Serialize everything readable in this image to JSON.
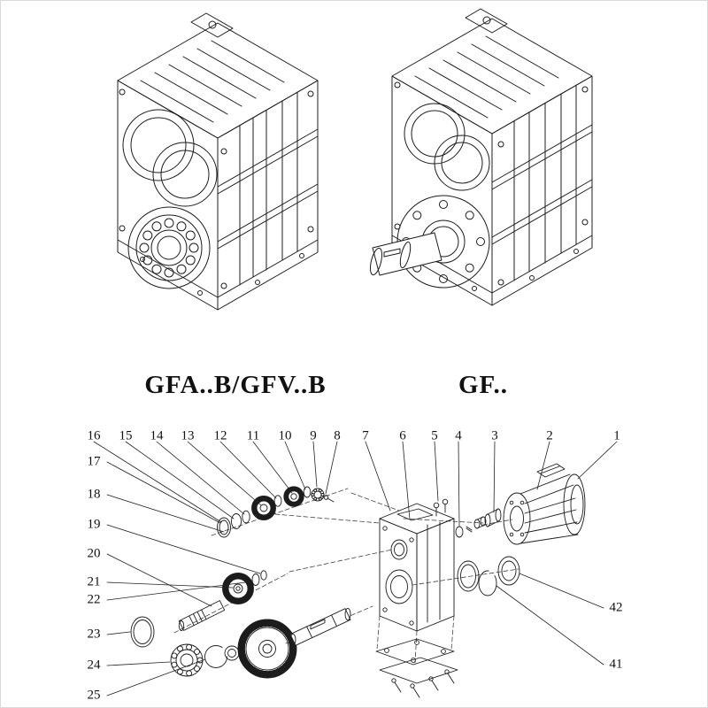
{
  "colors": {
    "background": "#ffffff",
    "line": "#1c1c1c"
  },
  "models": {
    "left_label": "GFA..B/GFV..B",
    "right_label": "GF.."
  },
  "callouts": {
    "top": [
      "16",
      "15",
      "14",
      "13",
      "12",
      "11",
      "10",
      "9",
      "8",
      "7",
      "6",
      "5",
      "4",
      "3",
      "2",
      "1"
    ],
    "left": [
      "17",
      "18",
      "19",
      "20",
      "21",
      "22",
      "23",
      "24",
      "25"
    ],
    "right": [
      "42",
      "41"
    ]
  }
}
